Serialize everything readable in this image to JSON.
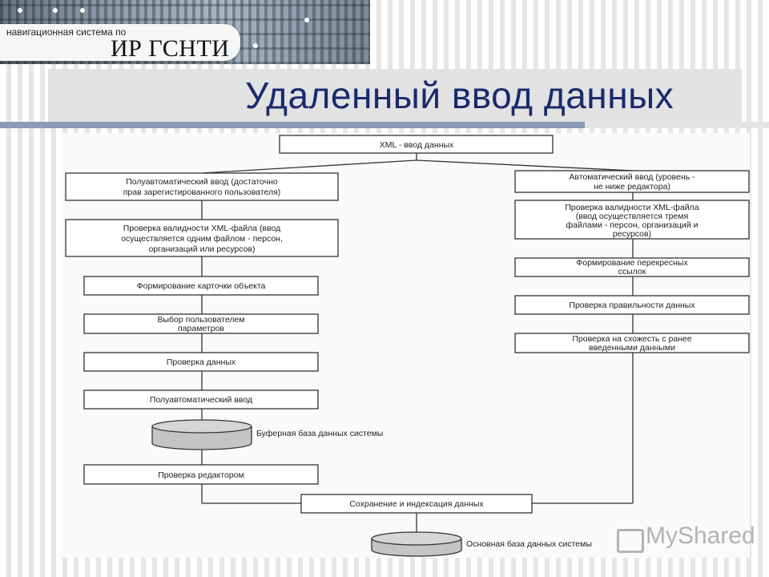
{
  "header": {
    "logo_line1": "навигационная система по",
    "logo_line2": "ИР ГСНТИ",
    "title": "Удаленный ввод данных"
  },
  "diagram": {
    "top": "XML - ввод данных",
    "left_1": [
      "Полуавтоматический ввод (достаточно",
      "прав зарегистированного пользователя)"
    ],
    "left_2": [
      "Проверка валидности XML-файла (ввод",
      "осуществляется одним файлом - персон,",
      "организаций или ресурсов)"
    ],
    "left_3": "Формирование карточки объекта",
    "left_4": [
      "Выбор пользователем",
      "параметров"
    ],
    "left_5": "Проверка данных",
    "left_6": "Полуавтоматический ввод",
    "buffer_db": "Буферная база данных системы",
    "left_7": "Проверка редактором",
    "right_1": [
      "Автоматический ввод (уровень -",
      "не ниже редактора)"
    ],
    "right_2": [
      "Проверка валидности XML-файла",
      "(ввод осуществляется тремя",
      "файлами - персон, организаций и",
      "ресурсов)"
    ],
    "right_3": [
      "Формирование перекресных",
      "ссылок"
    ],
    "right_4": "Проверка правильности данных",
    "right_5": [
      "Проверка на схожесть с ранее",
      "введенными данными"
    ],
    "save": "Сохранение и индексация данных",
    "main_db": "Основная база данных системы"
  },
  "watermark": "MyShared"
}
